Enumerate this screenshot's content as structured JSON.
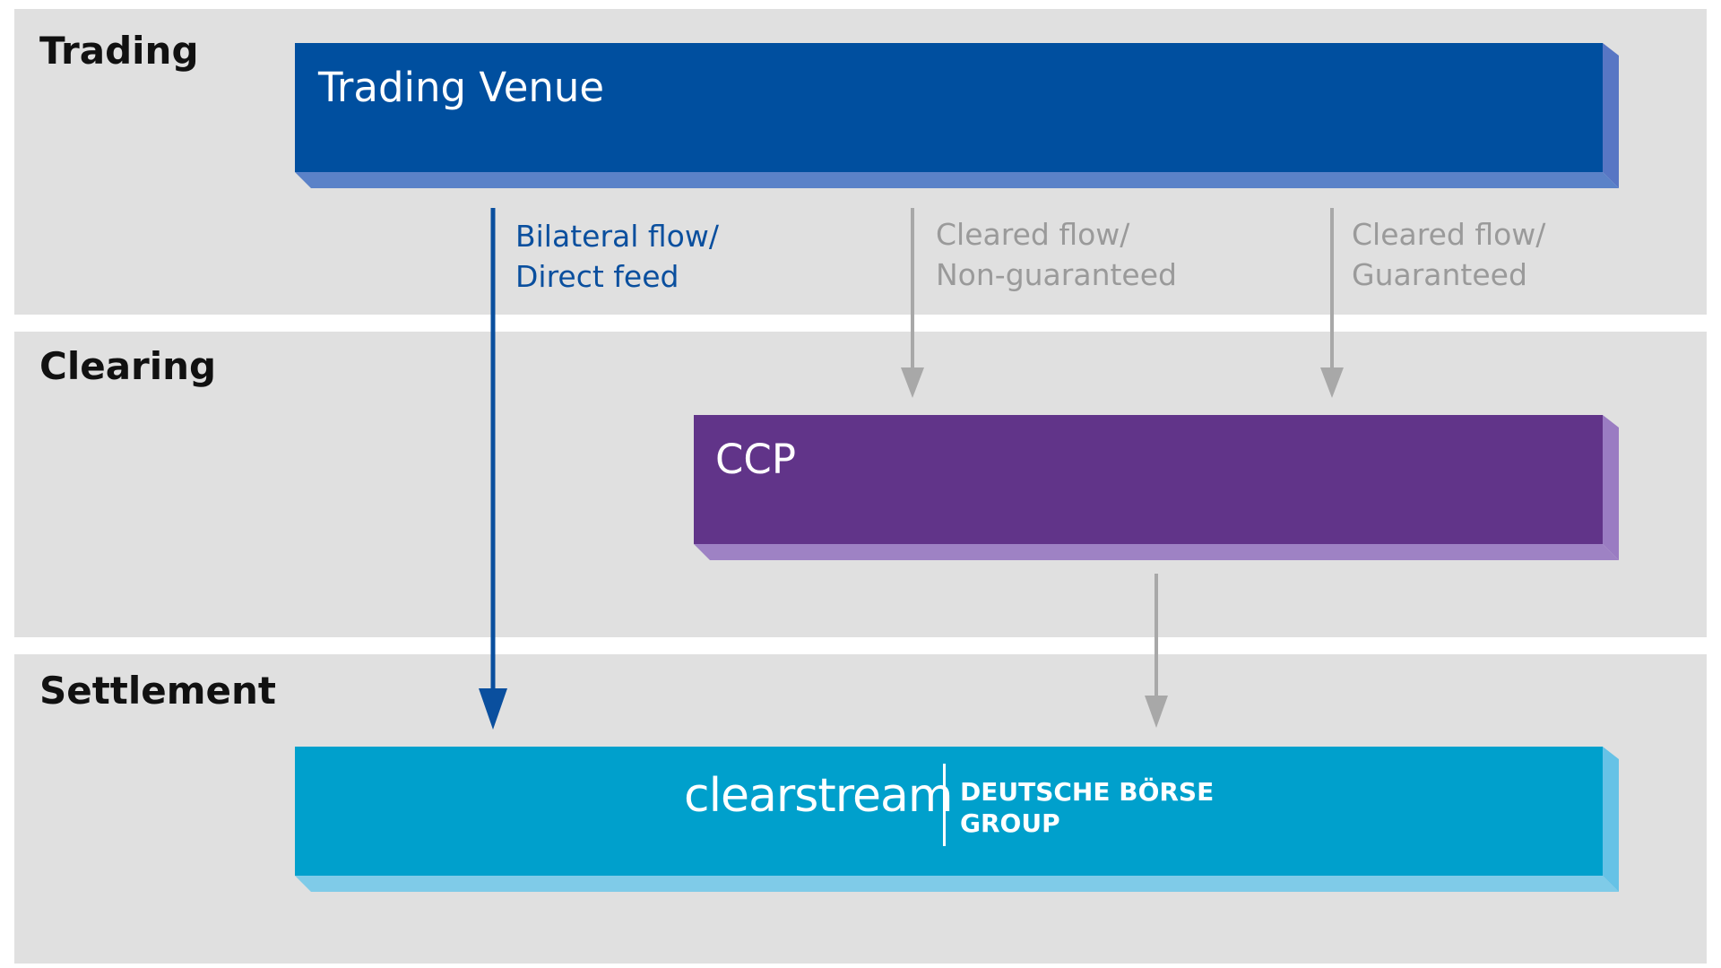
{
  "sections": {
    "trading": "Trading",
    "clearing": "Clearing",
    "settlement": "Settlement"
  },
  "blocks": {
    "venue": {
      "label": "Trading Venue",
      "color": "#004f9f"
    },
    "ccp": {
      "label": "CCP",
      "color": "#613489"
    },
    "settlement": {
      "color": "#00a0cc"
    }
  },
  "flows": {
    "bilateral": {
      "line1": "Bilateral flow/",
      "line2": "Direct feed",
      "color": "#0a4f9e"
    },
    "non_guaranteed": {
      "line1": "Cleared flow/",
      "line2": "Non-guaranteed",
      "color": "#a8a8a8"
    },
    "guaranteed": {
      "line1": "Cleared flow/",
      "line2": "Guaranteed",
      "color": "#a8a8a8"
    }
  },
  "brand": {
    "wordmark": "clearstream",
    "group_line1": "DEUTSCHE BÖRSE",
    "group_line2": "GROUP"
  },
  "colors": {
    "band_background": "#e0e0e0"
  }
}
